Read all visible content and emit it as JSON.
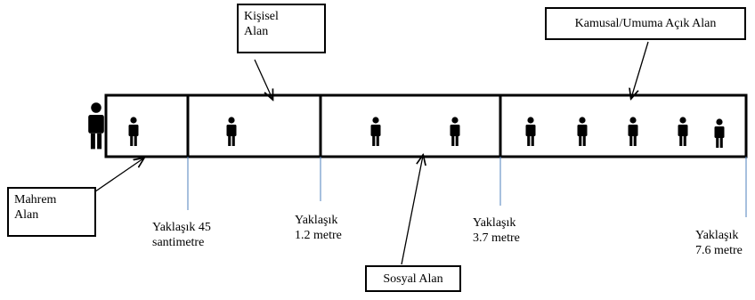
{
  "zones": {
    "intimate": {
      "line1": "Mahrem",
      "line2": "Alan"
    },
    "personal": {
      "line1": "Kişisel",
      "line2": "Alan"
    },
    "social": {
      "label": "Sosyal Alan"
    },
    "public": {
      "label": "Kamusal/Umuma Açık Alan"
    }
  },
  "distances": [
    {
      "line1": "Yaklaşık 45",
      "line2": "santimetre"
    },
    {
      "line1": "Yaklaşık",
      "line2": "1.2 metre"
    },
    {
      "line1": "Yaklaşık",
      "line2": "3.7 metre"
    },
    {
      "line1": "Yaklaşık",
      "line2": "7.6 metre"
    }
  ],
  "icons": {
    "person": "person-icon"
  }
}
